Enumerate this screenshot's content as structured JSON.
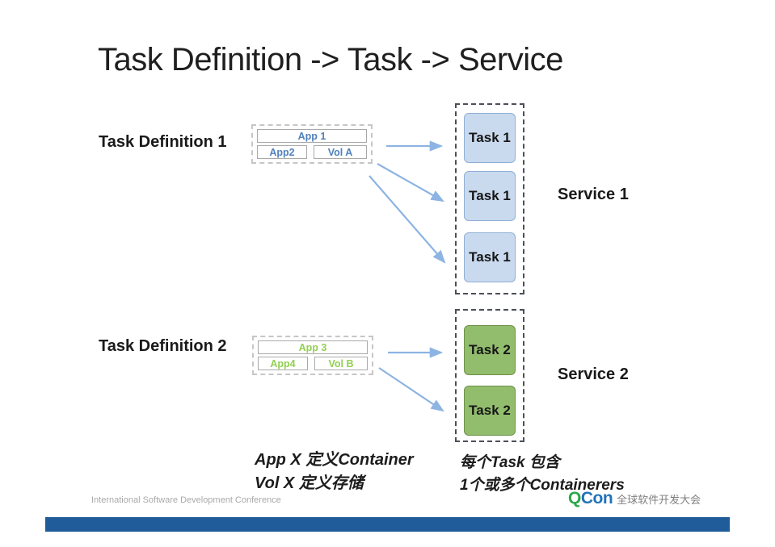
{
  "title": "Task Definition -> Task -> Service",
  "colors": {
    "accent_blue_text": "#4F81BD",
    "accent_green_text": "#92D050",
    "task1_fill": "#C9DAEF",
    "task1_border": "#8FAFD4",
    "task2_fill": "#92BD6D",
    "task2_border": "#6F9149",
    "arrow": "#8DB4E2",
    "footer_bar": "#1F5C99",
    "logo_green": "#2BA84A",
    "logo_blue": "#2173B9"
  },
  "diagram": {
    "definition1": {
      "label": "Task Definition 1",
      "apps": [
        "App 1",
        "App2",
        "Vol A"
      ]
    },
    "group1": {
      "tasks": [
        "Task 1",
        "Task 1",
        "Task 1"
      ],
      "service_label": "Service 1"
    },
    "definition2": {
      "label": "Task Definition 2",
      "apps": [
        "App 3",
        "App4",
        "Vol B"
      ]
    },
    "group2": {
      "tasks": [
        "Task 2",
        "Task 2"
      ],
      "service_label": "Service 2"
    }
  },
  "annotations": {
    "left_line1": "App X 定义Container",
    "left_line2": "Vol X 定义存储",
    "right_line1": "每个Task 包含",
    "right_line2": "1个或多个Containerers"
  },
  "footer": {
    "conference": "International Software Development Conference",
    "logo_q": "Q",
    "logo_con": "Con",
    "logo_suffix": "全球软件开发大会"
  }
}
